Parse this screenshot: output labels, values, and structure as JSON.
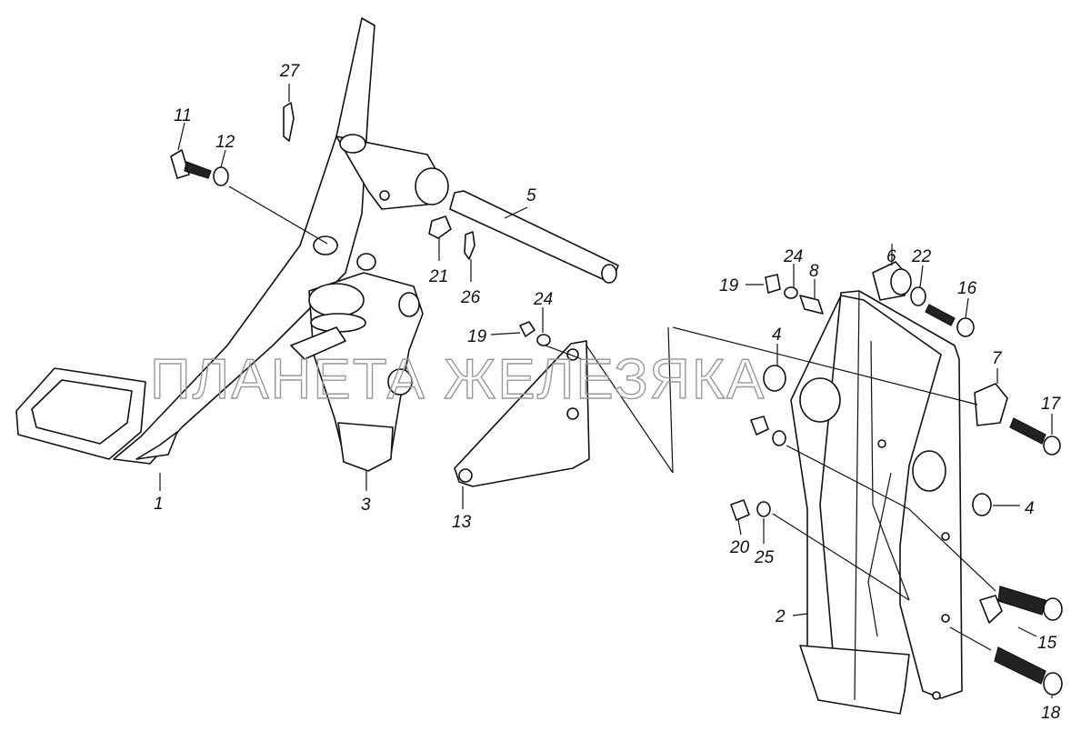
{
  "watermark": "ПЛАНЕТА ЖЕЛЕЗЯКА",
  "callouts": {
    "c1": "1",
    "c2": "2",
    "c3": "3",
    "c4a": "4",
    "c4b": "4",
    "c5": "5",
    "c6": "6",
    "c7": "7",
    "c8": "8",
    "c11": "11",
    "c12": "12",
    "c13": "13",
    "c15": "15",
    "c16": "16",
    "c17": "17",
    "c18": "18",
    "c19a": "19",
    "c19b": "19",
    "c20": "20",
    "c21": "21",
    "c22": "22",
    "c24a": "24",
    "c24b": "24",
    "c25": "25",
    "c26": "26",
    "c27": "27"
  }
}
